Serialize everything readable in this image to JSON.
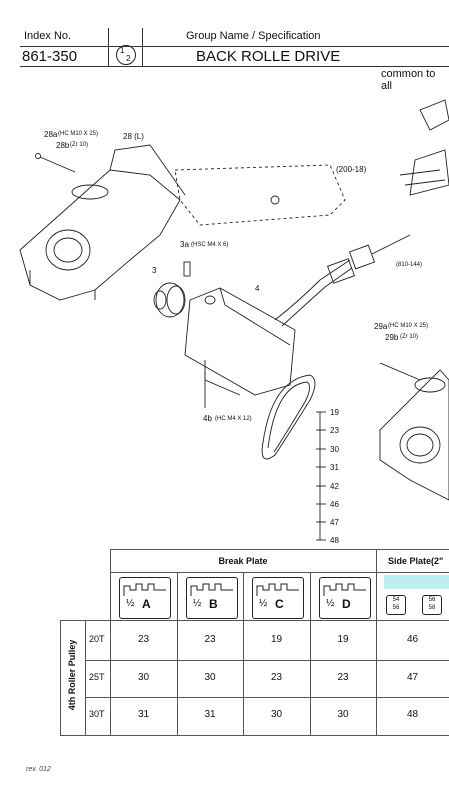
{
  "header": {
    "index_label": "Index No.",
    "index_value": "861-350",
    "fraction_num": "1",
    "fraction_den": "2",
    "group_label": "Group Name / Specification",
    "group_value": "BACK ROLLE DRIVE",
    "note": "common to all"
  },
  "callouts": {
    "c28a": "28a",
    "c28a_spec": "(HC M10 X 25)",
    "c28b": "28b",
    "c28b_spec": "(Zr 10)",
    "c28": "28 (L)",
    "c200": "(200-18)",
    "c3a": "3a",
    "c3a_spec": "(HSC M4 X 6)",
    "c3": "3",
    "c4": "4",
    "c810": "(810-144)",
    "c29a": "29a",
    "c29a_spec": "(HC M10 X 25)",
    "c29b": "29b",
    "c29b_spec": "(Zr 10)",
    "c4b": "4b",
    "c4b_spec": "(HC M4 X 12)"
  },
  "belt_sizes": [
    "19",
    "23",
    "30",
    "31",
    "42",
    "46",
    "47",
    "48"
  ],
  "table": {
    "break_plate": "Break Plate",
    "side_plate": "Side Plate(2\"",
    "variants": [
      "A",
      "B",
      "C",
      "D"
    ],
    "side_labels": [
      "54",
      "56",
      "56",
      "58"
    ],
    "pulley_label": "4th Roller Pulley",
    "rows": [
      {
        "label": "20T",
        "values": [
          "23",
          "23",
          "19",
          "19",
          "46"
        ]
      },
      {
        "label": "25T",
        "values": [
          "30",
          "30",
          "23",
          "23",
          "47"
        ]
      },
      {
        "label": "30T",
        "values": [
          "31",
          "31",
          "30",
          "30",
          "48"
        ]
      }
    ]
  },
  "footer": {
    "rev": "rev. 012"
  }
}
